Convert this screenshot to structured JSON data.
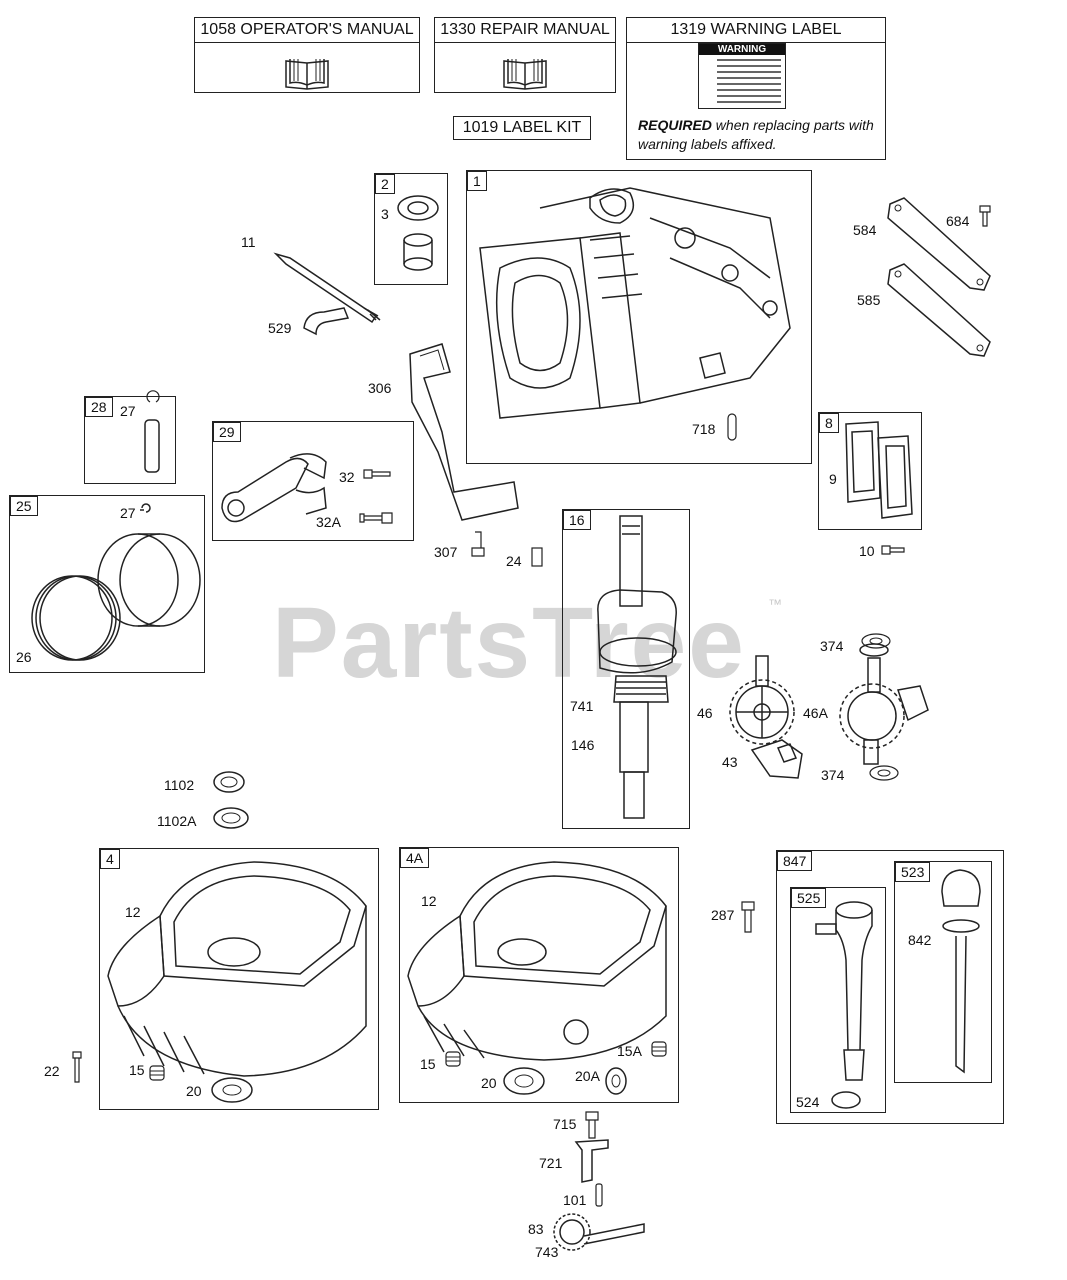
{
  "manuals": {
    "operators": "1058 OPERATOR'S MANUAL",
    "repair": "1330 REPAIR MANUAL",
    "warning": "1319 WARNING LABEL",
    "label_kit": "1019 LABEL KIT"
  },
  "warning_label": {
    "sticker_title": "WARNING",
    "required_bold": "REQUIRED",
    "required_text": " when replacing parts with warning labels affixed."
  },
  "watermark": {
    "text": "PartsTree",
    "tm": "™"
  },
  "group_tags": {
    "g1": "1",
    "g2": "2",
    "g4": "4",
    "g4a": "4A",
    "g8": "8",
    "g16": "16",
    "g25": "25",
    "g28": "28",
    "g29": "29",
    "g847": "847",
    "g523": "523",
    "g525": "525"
  },
  "callouts": {
    "c3": "3",
    "c11": "11",
    "c529": "529",
    "c306": "306",
    "c584": "584",
    "c684": "684",
    "c585": "585",
    "c718": "718",
    "c27a": "27",
    "c27b": "27",
    "c32": "32",
    "c32a": "32A",
    "c9": "9",
    "c10": "10",
    "c307": "307",
    "c24": "24",
    "c26": "26",
    "c374a": "374",
    "c46": "46",
    "c46a": "46A",
    "c741": "741",
    "c146": "146",
    "c43": "43",
    "c374b": "374",
    "c1102": "1102",
    "c1102a": "1102A",
    "c12a": "12",
    "c12b": "12",
    "c287": "287",
    "c842": "842",
    "c22": "22",
    "c15a": "15",
    "c15b": "15",
    "c15c": "15A",
    "c20a": "20",
    "c20b": "20",
    "c20c": "20A",
    "c524": "524",
    "c715": "715",
    "c721": "721",
    "c101": "101",
    "c83": "83",
    "c743": "743"
  }
}
